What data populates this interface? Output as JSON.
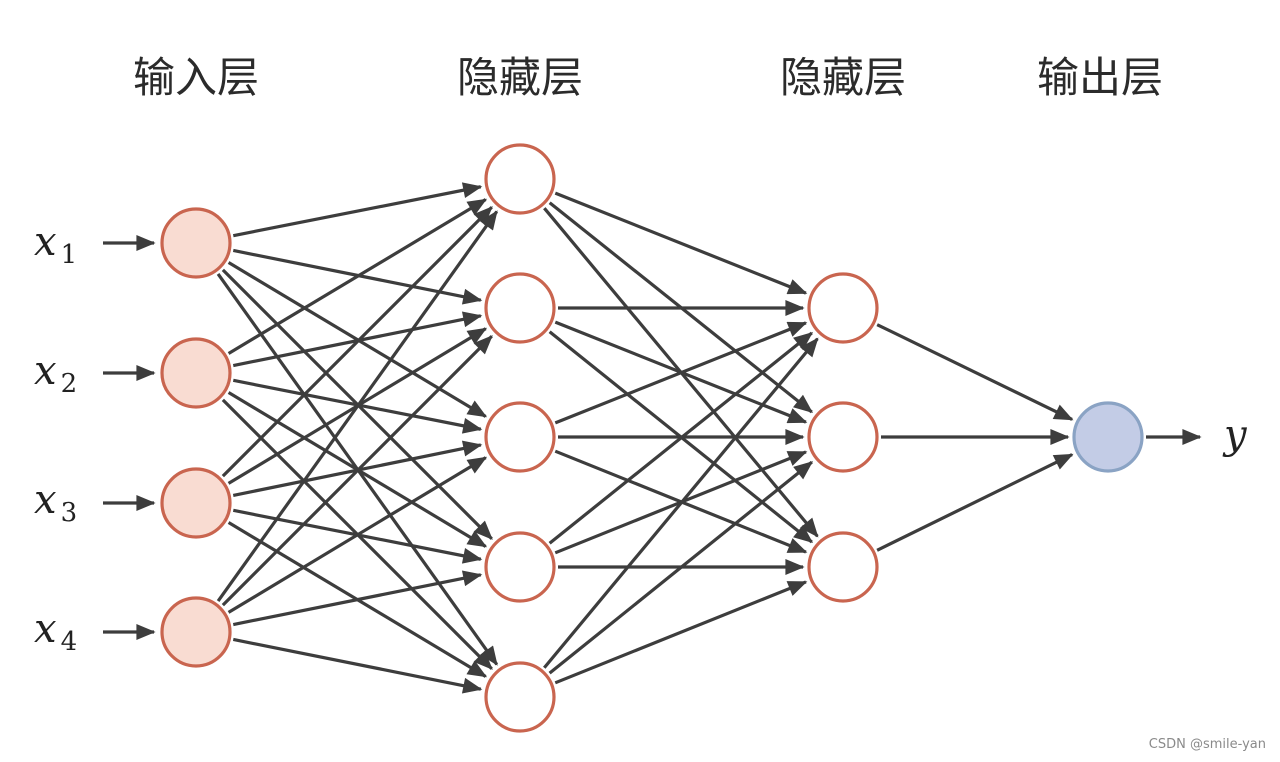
{
  "layers": [
    {
      "title": "输入层",
      "kind": "input",
      "node_count": 4
    },
    {
      "title": "隐藏层",
      "kind": "hidden",
      "node_count": 5
    },
    {
      "title": "隐藏层",
      "kind": "hidden",
      "node_count": 3
    },
    {
      "title": "输出层",
      "kind": "output",
      "node_count": 1
    }
  ],
  "inputs": [
    {
      "symbol": "x",
      "subscript": "1"
    },
    {
      "symbol": "x",
      "subscript": "2"
    },
    {
      "symbol": "x",
      "subscript": "3"
    },
    {
      "symbol": "x",
      "subscript": "4"
    }
  ],
  "output": {
    "symbol": "y"
  },
  "connectivity": "fully-connected",
  "colors": {
    "input_fill": "#f9dcd2",
    "input_stroke": "#c9654f",
    "hidden_fill": "#ffffff",
    "hidden_stroke": "#c9654f",
    "output_fill": "#c3cce6",
    "output_stroke": "#8aa3c4",
    "edge": "#3d3d3d"
  },
  "watermark": "CSDN @smile-yan"
}
